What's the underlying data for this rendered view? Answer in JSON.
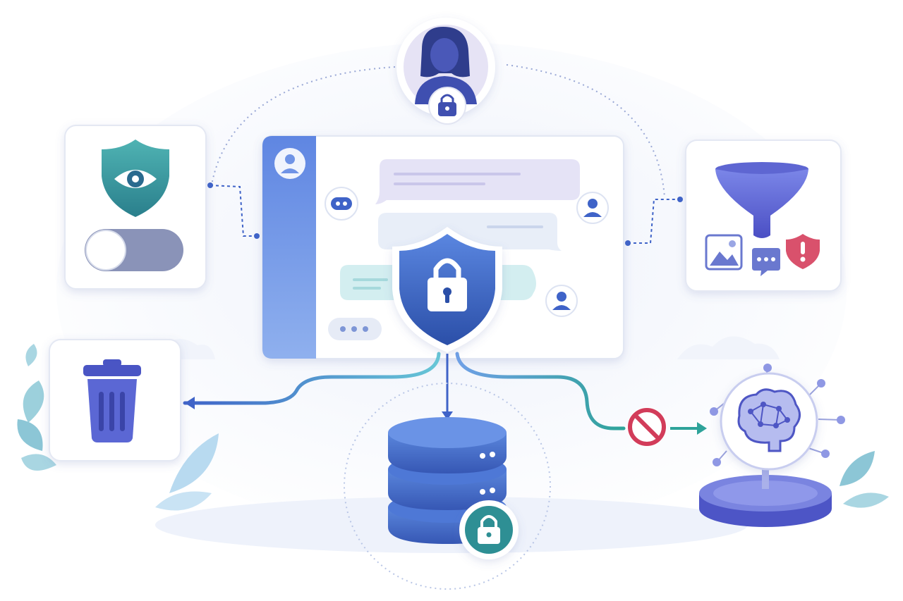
{
  "diagram": {
    "nodes": [
      {
        "id": "user",
        "icon": "user-lock-icon"
      },
      {
        "id": "privacy-controls",
        "icon": "shield-eye-icon",
        "control": "toggle-switch",
        "toggle_state": "off"
      },
      {
        "id": "chat-window",
        "icon": "chat-window-icon"
      },
      {
        "id": "content-filter",
        "icon": "funnel-icon",
        "sub_icons": [
          "image-icon",
          "chat-bubble-icon",
          "shield-alert-icon"
        ]
      },
      {
        "id": "security-core",
        "icon": "shield-lock-icon"
      },
      {
        "id": "delete-data",
        "icon": "trash-icon"
      },
      {
        "id": "encrypted-storage",
        "icon": "database-lock-icon"
      },
      {
        "id": "ai-model",
        "icon": "brain-network-icon"
      }
    ],
    "edges": [
      {
        "from": "user",
        "to": "privacy-controls",
        "style": "dotted"
      },
      {
        "from": "user",
        "to": "content-filter",
        "style": "dotted"
      },
      {
        "from": "privacy-controls",
        "to": "chat-window",
        "style": "dashed"
      },
      {
        "from": "chat-window",
        "to": "content-filter",
        "style": "dashed"
      },
      {
        "from": "security-core",
        "to": "delete-data",
        "style": "arrow"
      },
      {
        "from": "security-core",
        "to": "encrypted-storage",
        "style": "arrow"
      },
      {
        "from": "security-core",
        "to": "ai-model",
        "style": "arrow",
        "blocked": true,
        "blocked_icon": "prohibited-icon"
      }
    ]
  },
  "colors": {
    "primary_blue": "#3f63c8",
    "light_blue": "#6f93e6",
    "teal": "#2e8f94",
    "violet": "#5f5fcf",
    "blocked_red": "#d23c5a",
    "leaf_teal": "#8cc6d6"
  }
}
